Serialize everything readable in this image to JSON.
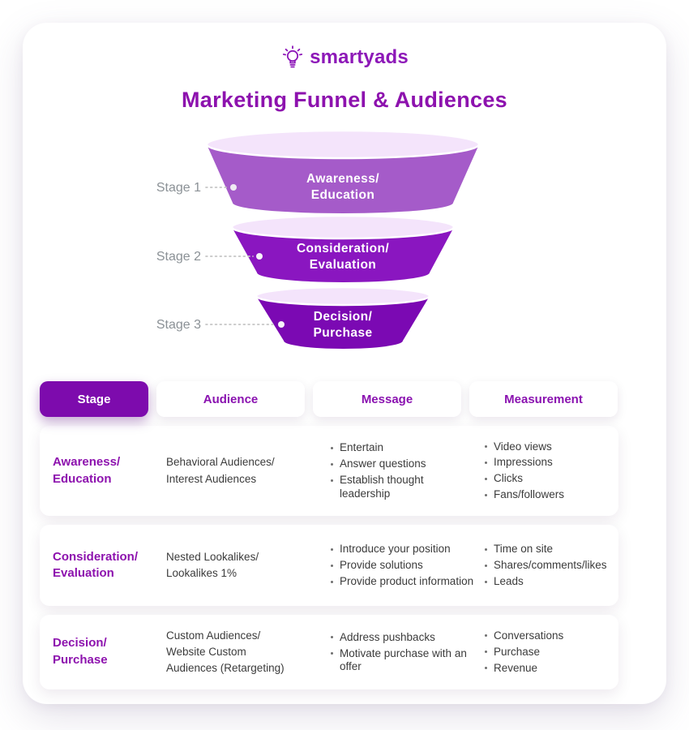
{
  "logo": {
    "text": "smartyads"
  },
  "title": "Marketing Funnel & Audiences",
  "colors": {
    "brand_purple": "#8d12ae",
    "logo_purple": "#8d18b8",
    "stage1_fill": "#a55bc9",
    "stage2_fill": "#8a16c0",
    "stage3_fill": "#7b09b3",
    "funnel_top_fill": "#f4e4fb",
    "header_stage_fill": "#7d0bad",
    "label_gray": "#8b9196",
    "body_text": "#3b3b3b"
  },
  "funnel": {
    "top_color": "#f4e4fb",
    "stages": [
      {
        "label": "Stage 1",
        "line1": "Awareness/",
        "line2": "Education",
        "color": "#a55bc9"
      },
      {
        "label": "Stage 2",
        "line1": "Consideration/",
        "line2": "Evaluation",
        "color": "#8a16c0"
      },
      {
        "label": "Stage 3",
        "line1": "Decision/",
        "line2": "Purchase",
        "color": "#7b09b3"
      }
    ]
  },
  "table": {
    "headers": [
      "Stage",
      "Audience",
      "Message",
      "Measurement"
    ],
    "rows": [
      {
        "stage": "Awareness/\nEducation",
        "audience": "Behavioral Audiences/\nInterest Audiences",
        "message": [
          "Entertain",
          "Answer questions",
          "Establish thought leadership"
        ],
        "measurement": [
          "Video views",
          "Impressions",
          "Clicks",
          "Fans/followers"
        ]
      },
      {
        "stage": "Consideration/\nEvaluation",
        "audience": "Nested Lookalikes/\nLookalikes 1%",
        "message": [
          "Introduce your position",
          "Provide solutions",
          "Provide product information"
        ],
        "measurement": [
          "Time on site",
          "Shares/comments/likes",
          "Leads"
        ]
      },
      {
        "stage": "Decision/\nPurchase",
        "audience": "Custom Audiences/\nWebsite Custom\nAudiences (Retargeting)",
        "message": [
          "Address pushbacks",
          "Motivate purchase with an offer"
        ],
        "measurement": [
          "Conversations",
          "Purchase",
          "Revenue"
        ]
      }
    ]
  }
}
